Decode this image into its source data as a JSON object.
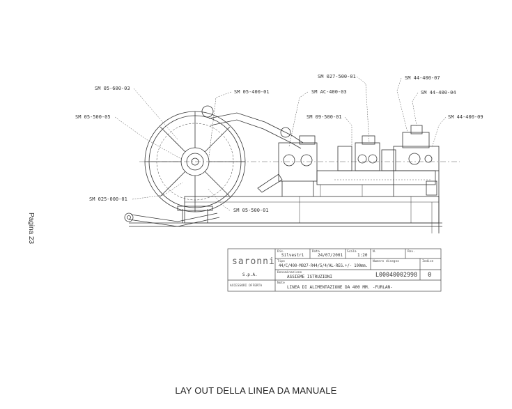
{
  "page_label": "Pagina 23",
  "caption": "LAY OUT DELLA LINEA DA MANUALE",
  "callouts": [
    "SM 05-600-03",
    "SM 05-400-01",
    "SM AC-400-03",
    "SM 027-500-01",
    "SM 44-400-07",
    "SM 44-400-04",
    "SM 05-500-05",
    "SM 09-500-01",
    "SM 44-400-09",
    "SM 025-000-01",
    "SM 05-500-01"
  ],
  "title_block": {
    "brand": "saronni",
    "brand_sub": "S.p.A.",
    "brand_note": "ACCESSORI OFFERTA",
    "dis_label": "Dis.",
    "dis_value": "Silvestri",
    "data_label": "Data",
    "data_value": "24/07/2001",
    "scale_label": "Scala",
    "scale_value": "1:20",
    "n_label": "N.",
    "rev_label": "Rev.",
    "tipo_label": "Tipo",
    "tipo_value": "44/C/400-M027-R44/5/4/AL-REG.+/- 100mm.",
    "numero_label": "Numero disegno",
    "numero_value": "L00040002998",
    "indice_label": "Indice",
    "indice_value": "0",
    "denominazione_label": "Denominazione",
    "denominazione_value": "ASSIEME ISTRUZIONI",
    "note_label": "Note",
    "note_value": "LINEA DI ALIMENTAZIONE DA 400 MM. -FURLAN-"
  }
}
